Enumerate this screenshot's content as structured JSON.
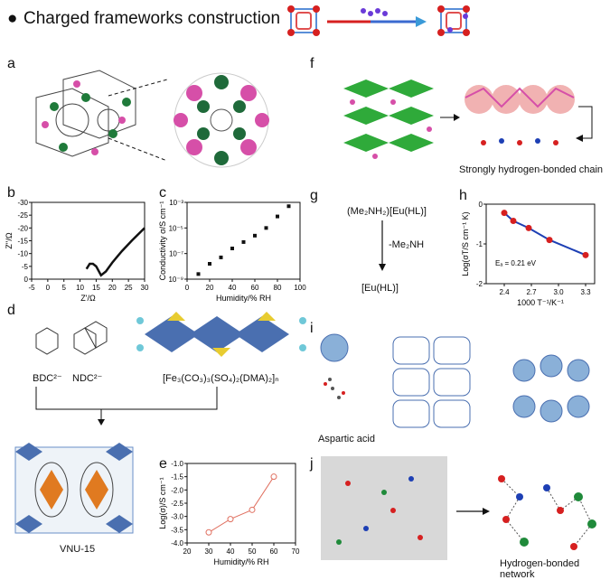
{
  "header": {
    "title": "Charged frameworks construction"
  },
  "panels": {
    "a": {
      "label": "a"
    },
    "b": {
      "label": "b",
      "ylabel": "Z''/Ω",
      "xlabel": "Z'/Ω"
    },
    "c": {
      "label": "c",
      "ylabel": "Conductivity σ/S cm⁻¹",
      "xlabel": "Humidity/% RH"
    },
    "d": {
      "label": "d",
      "linker1": "BDC²⁻",
      "linker2": "NDC²⁻",
      "formula": "[Fe₃(CO₃)₃(SO₄)₂(DMA)₂]ₙ",
      "product": "VNU-15"
    },
    "e": {
      "label": "e",
      "ylabel": "Log(σ)/S cm⁻¹",
      "xlabel": "Humidity/% RH"
    },
    "f": {
      "label": "f",
      "caption": "Strongly hydrogen-bonded chain"
    },
    "g": {
      "label": "g",
      "reactant": "(Me₂NH₂)[Eu(HL)]",
      "reagent": "-Me₂NH",
      "product": "[Eu(HL)]"
    },
    "h": {
      "label": "h",
      "ylabel": "Log(σT/S cm⁻¹ K)",
      "xlabel": "1000 T⁻¹/K⁻¹",
      "annotation": "Eₐ = 0.21 eV"
    },
    "i": {
      "label": "i",
      "caption": "Aspartic acid"
    },
    "j": {
      "label": "j",
      "caption": "Hydrogen-bonded network"
    }
  },
  "colors": {
    "accent_red": "#d62020",
    "accent_blue": "#1d3fb4",
    "green": "#1f8a3a",
    "pink": "#d64fa8",
    "steel": "#4a6fb0"
  },
  "chart_data": [
    {
      "type": "line",
      "panel": "b",
      "xlabel": "Z'/Ω",
      "ylabel": "Z''/Ω",
      "xlim": [
        -5,
        30
      ],
      "ylim": [
        0,
        -30
      ],
      "xticks": [
        "-5",
        "0",
        "5",
        "10",
        "15",
        "20",
        "25",
        "30"
      ],
      "yticks": [
        "-30",
        "-25",
        "-20",
        "-15",
        "-10",
        "-5",
        "0"
      ],
      "series": [
        {
          "x": [
            12,
            13,
            14,
            15,
            16.5,
            18,
            20,
            23,
            26,
            30
          ],
          "y": [
            -4,
            -6,
            -6,
            -5,
            -1.5,
            -3,
            -6.5,
            -11,
            -15,
            -20
          ]
        }
      ]
    },
    {
      "type": "scatter",
      "panel": "c",
      "xlabel": "Humidity/% RH",
      "ylabel": "Conductivity σ/S cm⁻¹",
      "log_y": true,
      "xlim": [
        0,
        100
      ],
      "ylim": [
        -9,
        -3
      ],
      "xticks": [
        "0",
        "20",
        "40",
        "60",
        "80",
        "100"
      ],
      "yticks": [
        "10⁻⁹",
        "10⁻⁷",
        "10⁻⁵",
        "10⁻³"
      ],
      "series": [
        {
          "x": [
            10,
            20,
            30,
            40,
            50,
            60,
            70,
            80,
            90
          ],
          "y": [
            -8.6,
            -7.8,
            -7.3,
            -6.6,
            -6.1,
            -5.6,
            -5.0,
            -4.1,
            -3.3
          ]
        }
      ]
    },
    {
      "type": "line",
      "panel": "e",
      "xlabel": "Humidity/% RH",
      "ylabel": "Log(σ)/S cm⁻¹",
      "xlim": [
        20,
        70
      ],
      "ylim": [
        -4.0,
        -1.0
      ],
      "xticks": [
        "20",
        "30",
        "40",
        "50",
        "60",
        "70"
      ],
      "yticks": [
        "-4.0",
        "-3.5",
        "-3.0",
        "-2.5",
        "-2.0",
        "-1.5",
        "-1.0"
      ],
      "series": [
        {
          "x": [
            30,
            40,
            50,
            60
          ],
          "y": [
            -3.6,
            -3.1,
            -2.75,
            -1.5
          ]
        }
      ]
    },
    {
      "type": "line",
      "panel": "h",
      "xlabel": "1000 T⁻¹/K⁻¹",
      "ylabel": "Log(σT/S cm⁻¹ K)",
      "xlim": [
        2.2,
        3.4
      ],
      "ylim": [
        -2,
        0
      ],
      "xticks": [
        "2.4",
        "2.7",
        "3.0",
        "3.3"
      ],
      "yticks": [
        "-2",
        "-1",
        "0"
      ],
      "series": [
        {
          "x": [
            2.4,
            2.5,
            2.67,
            2.9,
            3.3
          ],
          "y": [
            -0.22,
            -0.42,
            -0.6,
            -0.9,
            -1.28
          ]
        }
      ]
    }
  ]
}
